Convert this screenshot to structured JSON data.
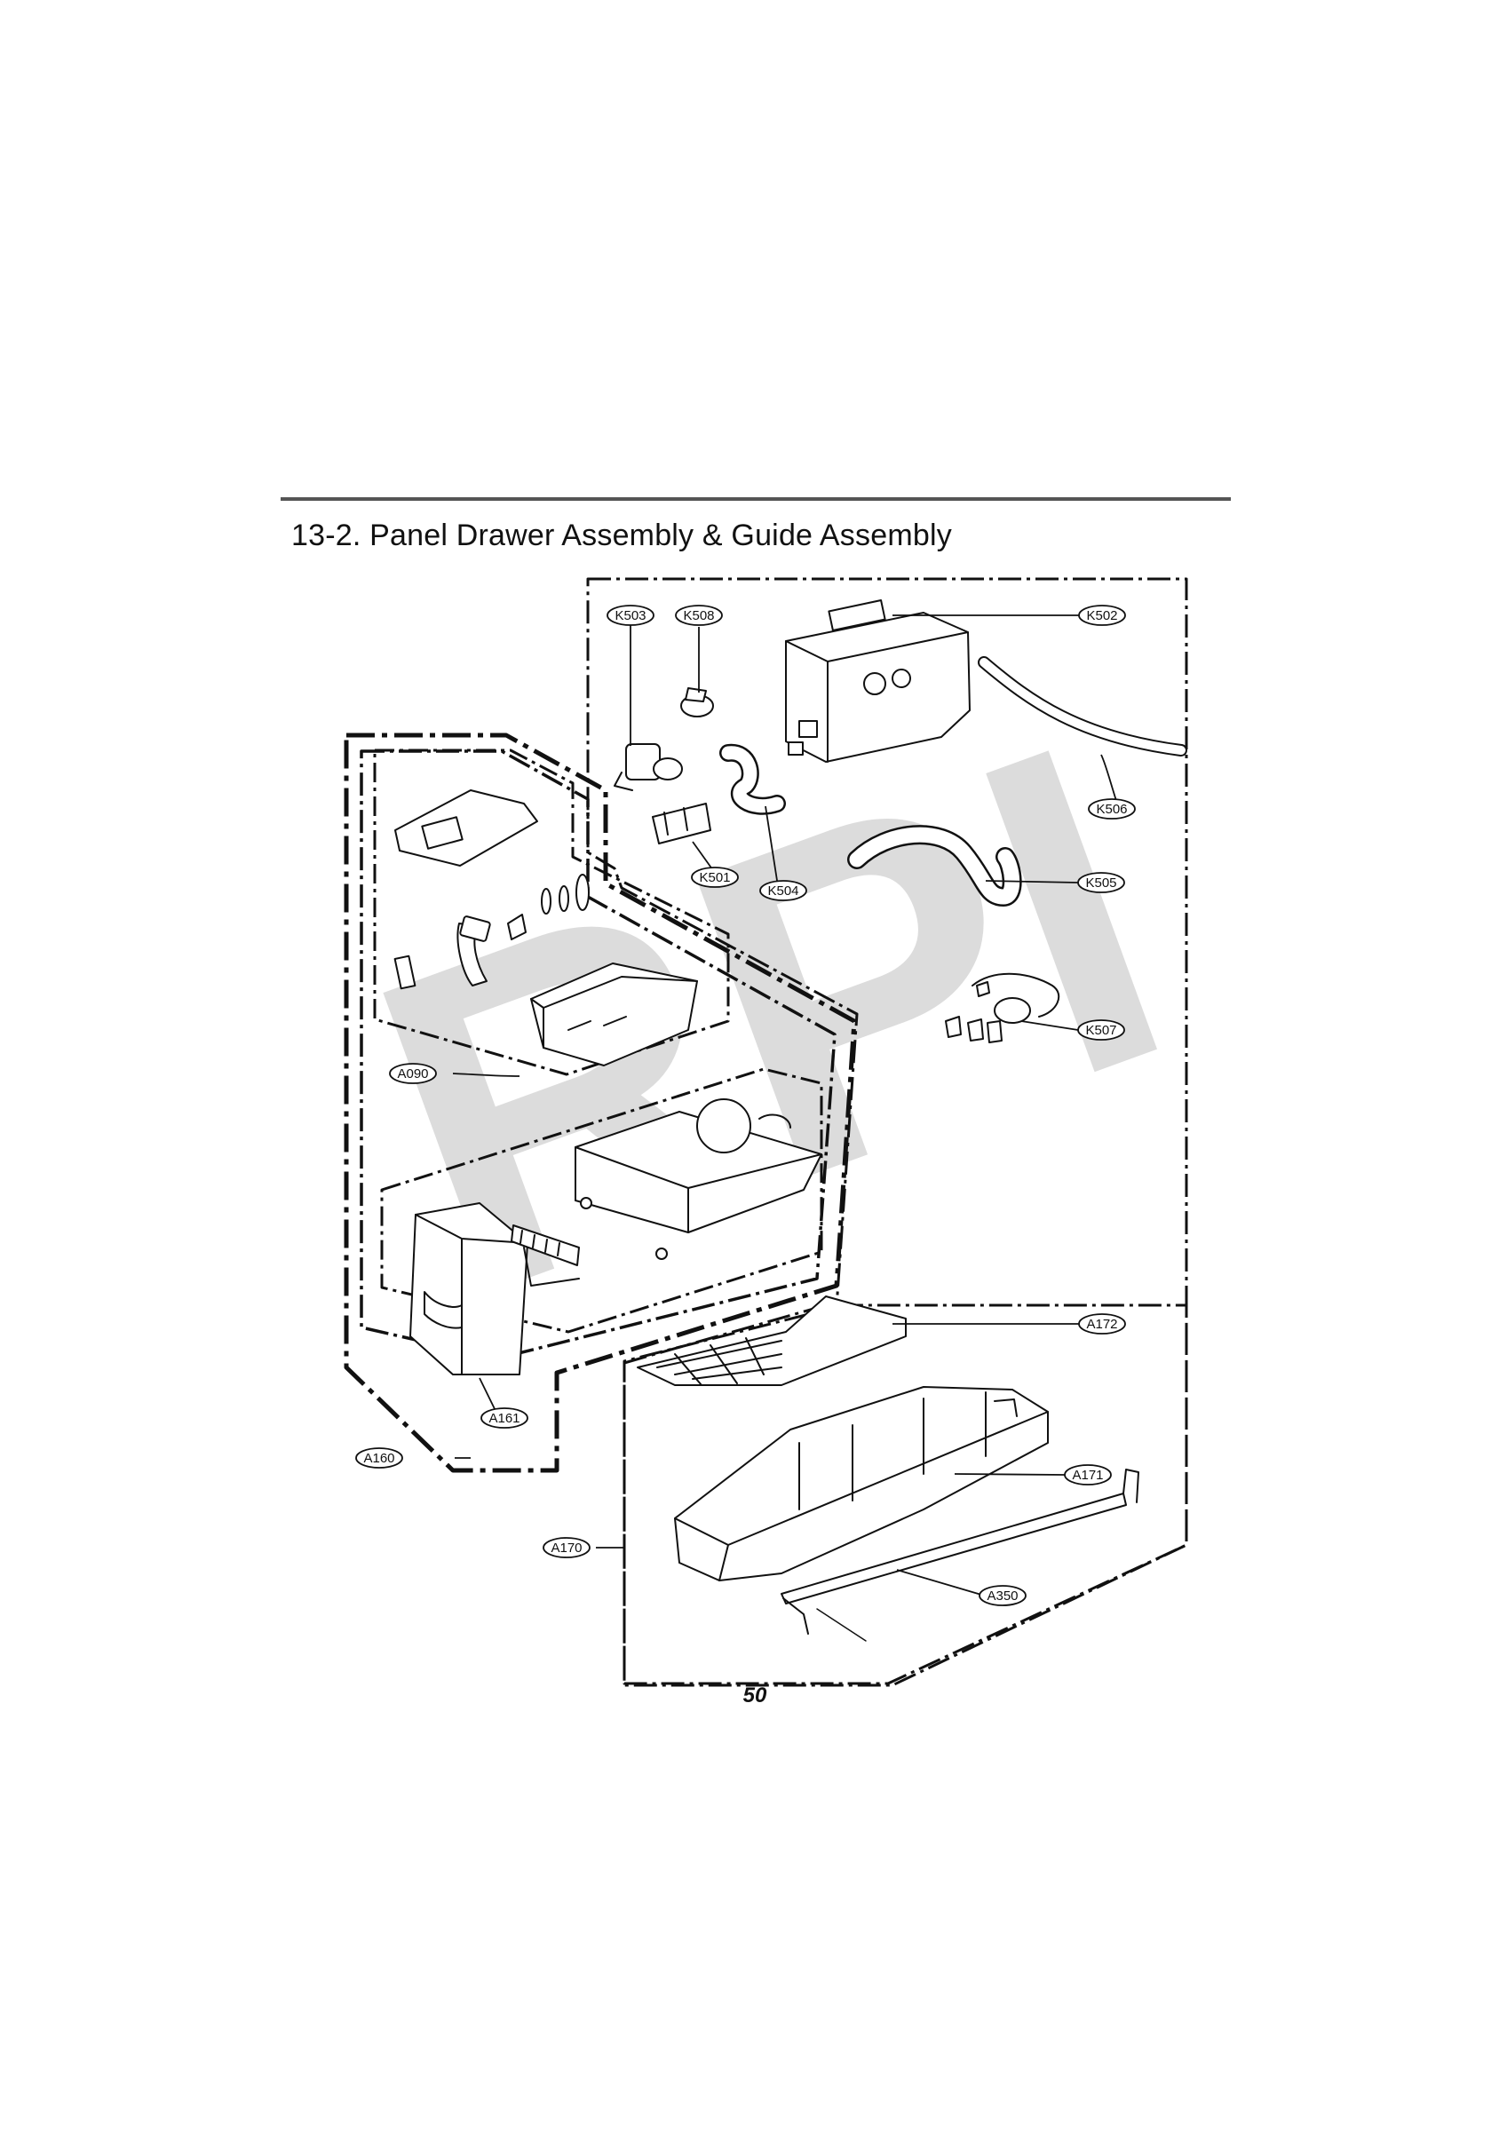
{
  "page": {
    "section_title": "13-2. Panel Drawer Assembly & Guide Assembly",
    "page_number": "50",
    "watermark": "RPI"
  },
  "colors": {
    "line": "#111111",
    "rule": "#555555",
    "watermark": "#dcdcdc"
  },
  "callouts": {
    "k503": "K503",
    "k508": "K508",
    "k502": "K502",
    "k506": "K506",
    "k501": "K501",
    "k504": "K504",
    "k505": "K505",
    "k507": "K507",
    "a090": "A090",
    "a161": "A161",
    "a160": "A160",
    "a172": "A172",
    "a171": "A171",
    "a170": "A170",
    "a350": "A350"
  }
}
